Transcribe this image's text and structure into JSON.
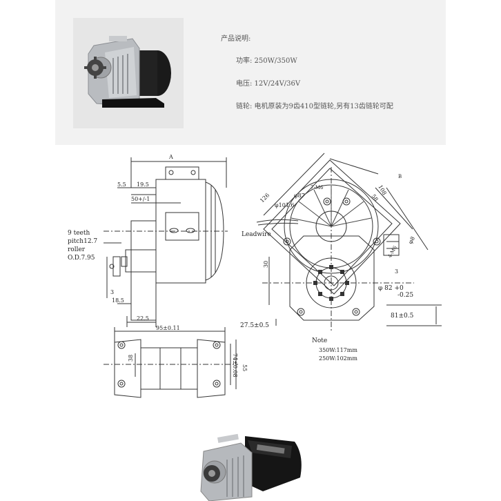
{
  "product_info": {
    "heading": "产品说明:",
    "power": "功率: 250W/350W",
    "voltage": "电压: 12V/24V/36V",
    "sprocket": "链轮: 电机原装为9齿410型链轮,另有13齿链轮可配"
  },
  "drawing": {
    "dim_a": "A",
    "dim_5_5": "5.5",
    "dim_19_5": "19.5",
    "dim_50": "50+/-1",
    "teeth_note_1": "9 teeth",
    "teeth_note_2": "pitch12.7",
    "teeth_note_3": "roller",
    "teeth_note_4": "O.D.7.95",
    "dim_18_5": "18.5",
    "dim_22_5": "22.5",
    "dim_3": "3",
    "dim_95": "95±0.11",
    "dim_38": "38",
    "dim_74": "74±0.08",
    "dim_55": "55",
    "dim_126": "126",
    "dim_phi87": "φ87",
    "dim_phi101": "φ101.6",
    "dim_m6": "7-M6",
    "dim_108": "108",
    "dim_b": "B",
    "dim_58": "58",
    "dim_30": "30",
    "dim_4_m6": "4-M6",
    "dim_phi8": "φ8",
    "dim_3b": "3",
    "leadwire": "Leadwire",
    "phi82": "φ 82 +0",
    "tol_025": "-0.25",
    "dim_81": "81±0.5",
    "dim_27": "27.5±0.5",
    "note_title": "Note",
    "note_350": "350W:117mm",
    "note_250": "250W:102mm"
  },
  "icons": {
    "top_photo": "geared-motor-photo",
    "bottom_photo": "geared-motor-photo"
  },
  "colors": {
    "panel_bg": "#f2f2f2",
    "line": "#333333"
  }
}
